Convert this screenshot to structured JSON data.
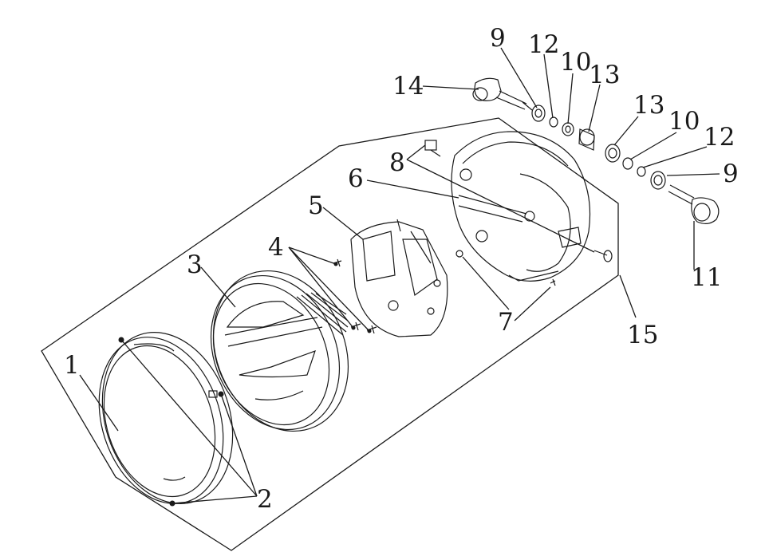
{
  "callouts": {
    "c1": "1",
    "c2": "2",
    "c3": "3",
    "c4": "4",
    "c5": "5",
    "c6": "6",
    "c7": "7",
    "c8": "8",
    "c9a": "9",
    "c9b": "9",
    "c10a": "10",
    "c10b": "10",
    "c11": "11",
    "c12a": "12",
    "c12b": "12",
    "c13a": "13",
    "c13b": "13",
    "c14": "14",
    "c15": "15"
  }
}
